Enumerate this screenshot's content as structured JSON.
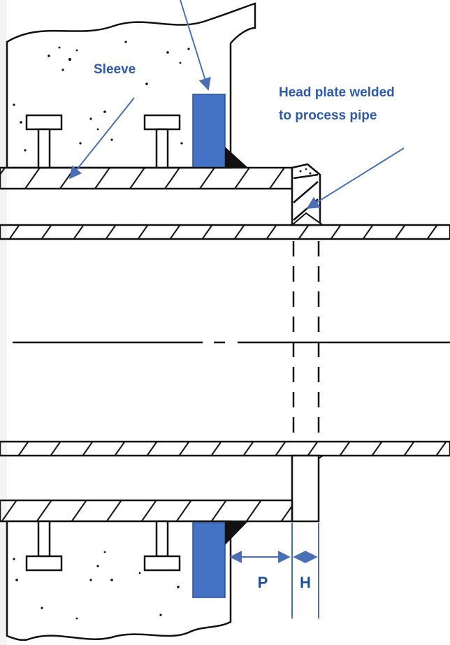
{
  "labels": {
    "sleeve": "Sleeve",
    "head_plate_line1": "Head plate welded",
    "head_plate_line2": "to process pipe"
  },
  "dimensions": {
    "p": "P",
    "h": "H"
  },
  "colors": {
    "label_text": "#2E5AAC",
    "arrow": "#4A6FB5",
    "puddle_flange": "#4472C4",
    "line": "#111111",
    "background": "#ffffff"
  }
}
